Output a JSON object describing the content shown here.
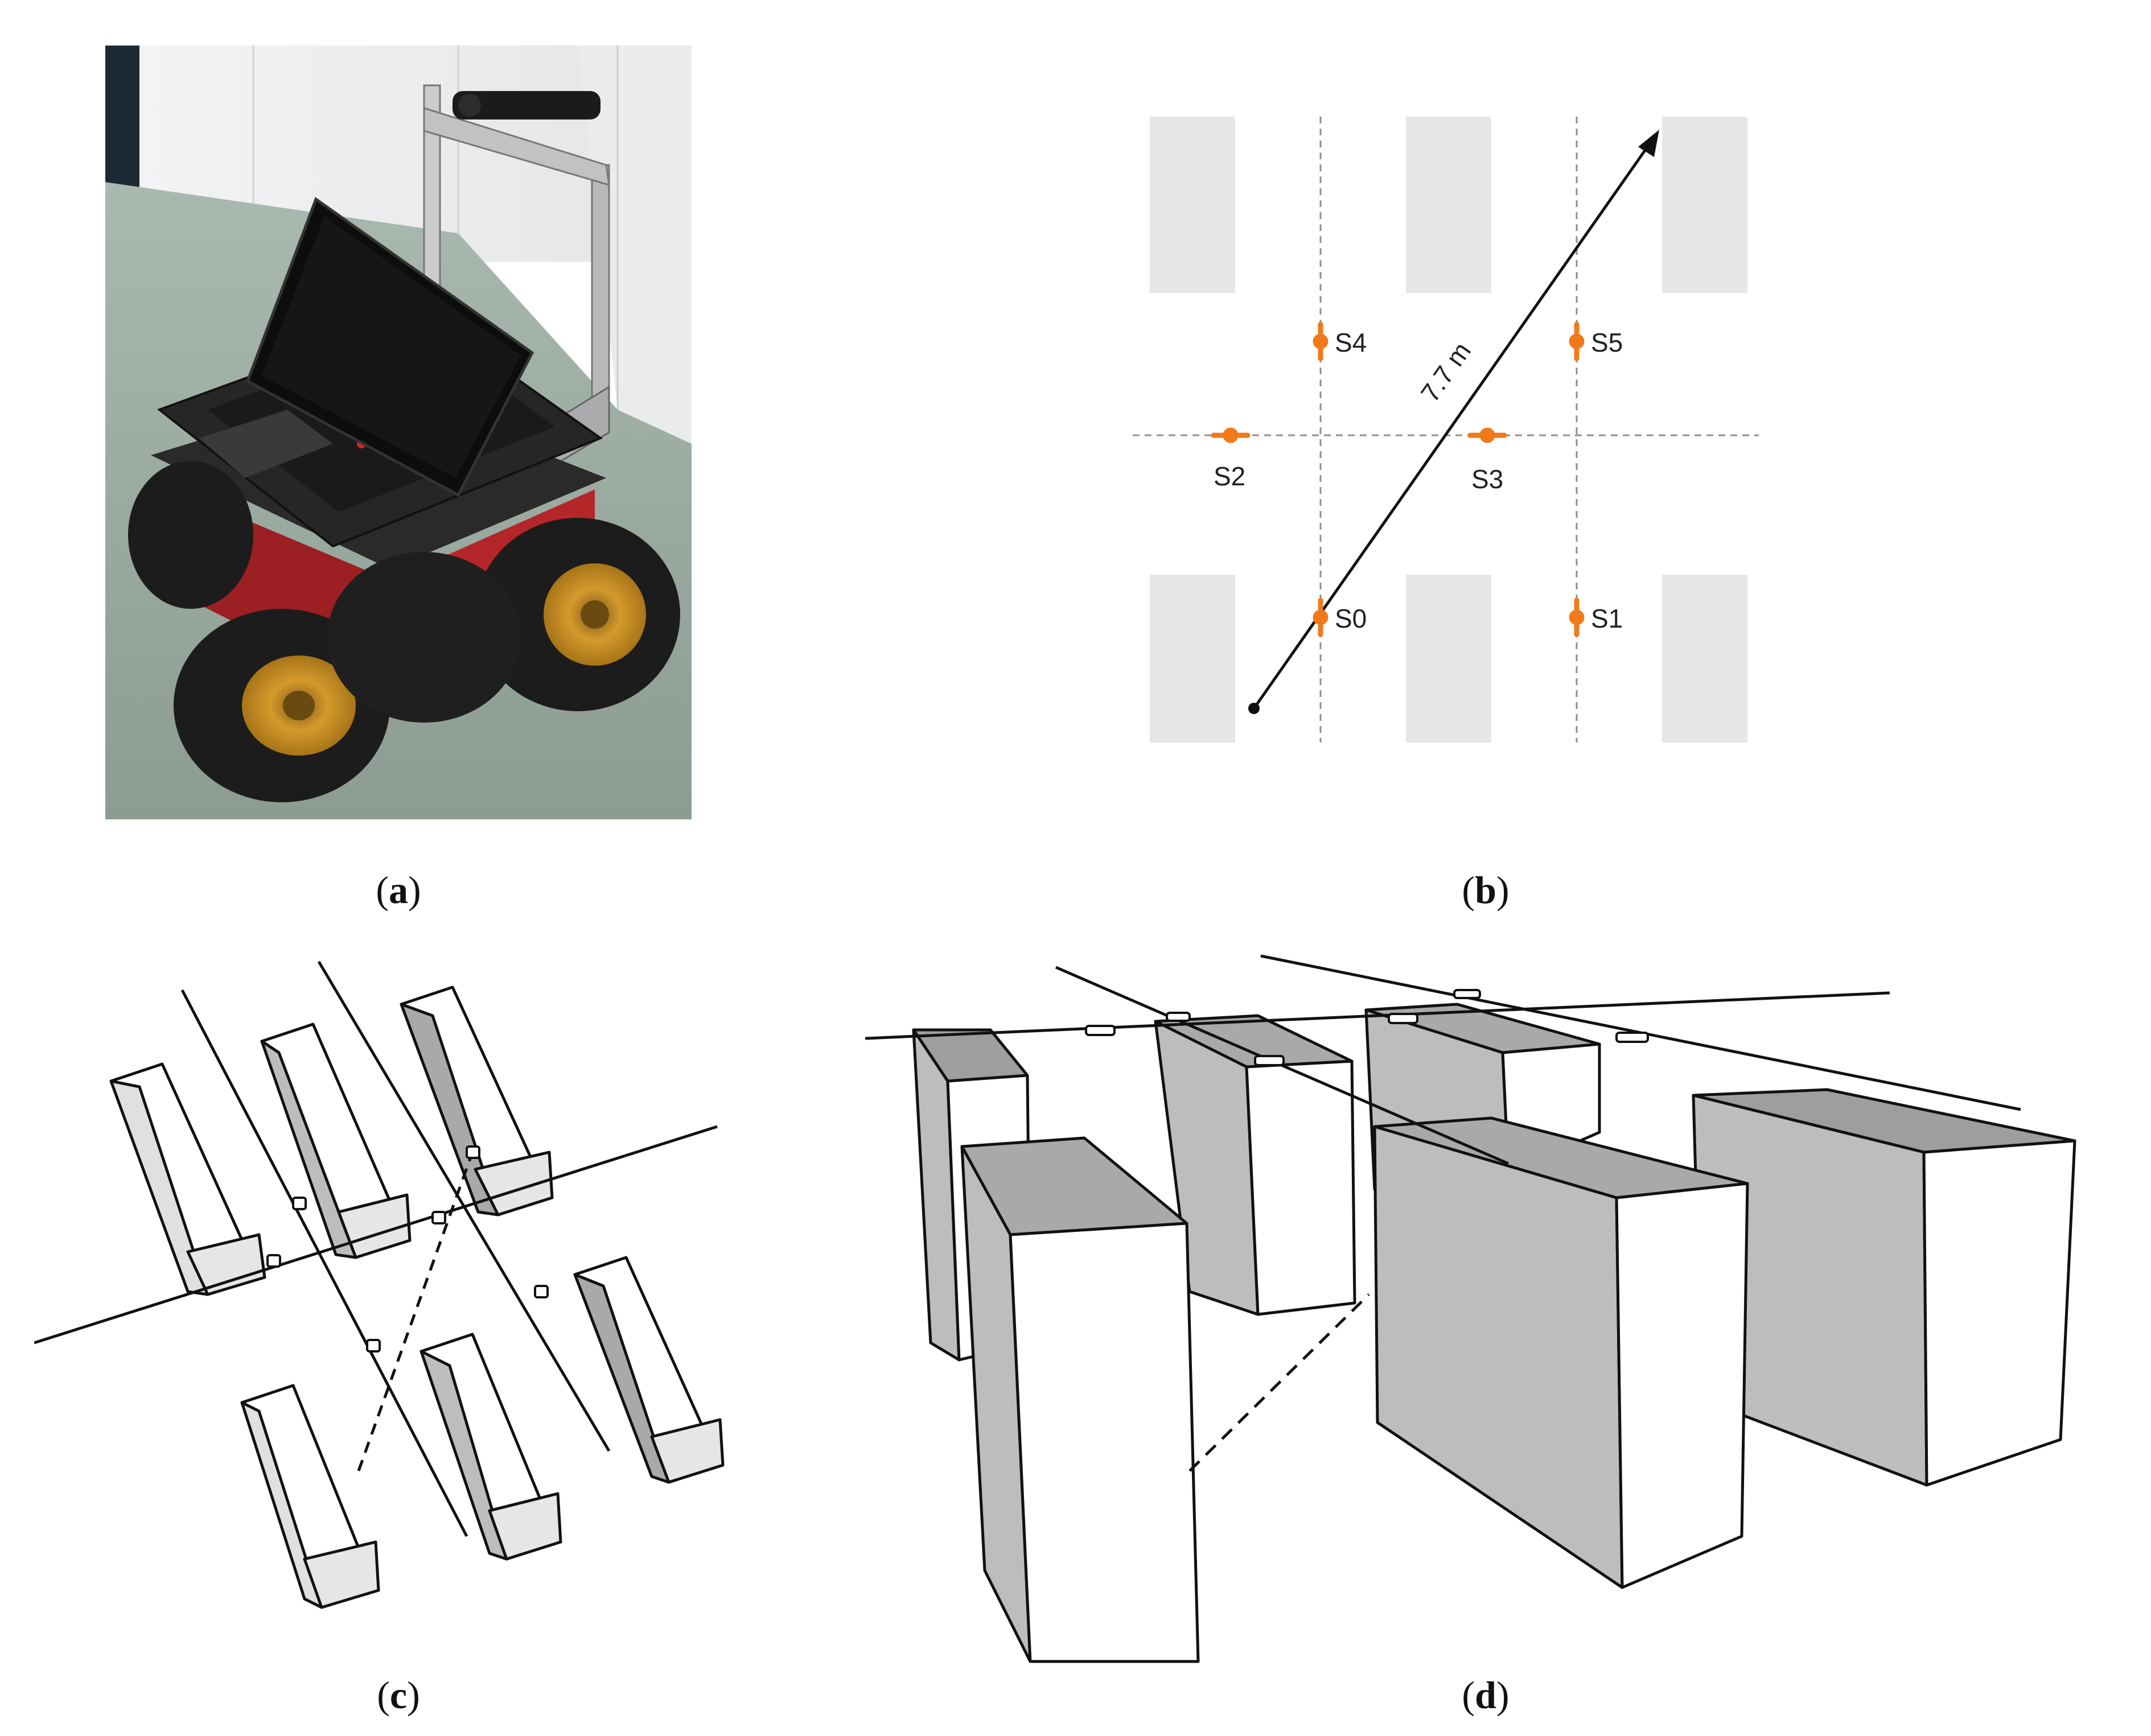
{
  "panels": [
    {
      "id": "a",
      "caption_open": "(",
      "caption_letter": "a",
      "caption_close": ")"
    },
    {
      "id": "b",
      "caption_open": "(",
      "caption_letter": "b",
      "caption_close": ")"
    },
    {
      "id": "c",
      "caption_open": "(",
      "caption_letter": "c",
      "caption_close": ")"
    },
    {
      "id": "d",
      "caption_open": "(",
      "caption_letter": "d",
      "caption_close": ")"
    }
  ],
  "layout_b": {
    "distance_label": "7.7 m",
    "sensors": [
      "S0",
      "S1",
      "S2",
      "S3",
      "S4",
      "S5"
    ],
    "colors": {
      "sensor": "#f07a1a",
      "block": "#e6e6e6",
      "path": "#111111",
      "guide": "#9a9a9a"
    }
  },
  "photo_a": {
    "icon": "mobile-robot-with-laptop-photo",
    "colors": {
      "wall": "#eceef0",
      "floor": "#9fb0a6",
      "chassis": "#b5262a",
      "hub": "#c8922a",
      "laptop": "#1b1b1b"
    }
  },
  "render_colors": {
    "box_face": "#ffffff",
    "box_shaded": "#bdbdbd",
    "box_top_dark": "#a9a9a9",
    "edge": "#111111"
  }
}
